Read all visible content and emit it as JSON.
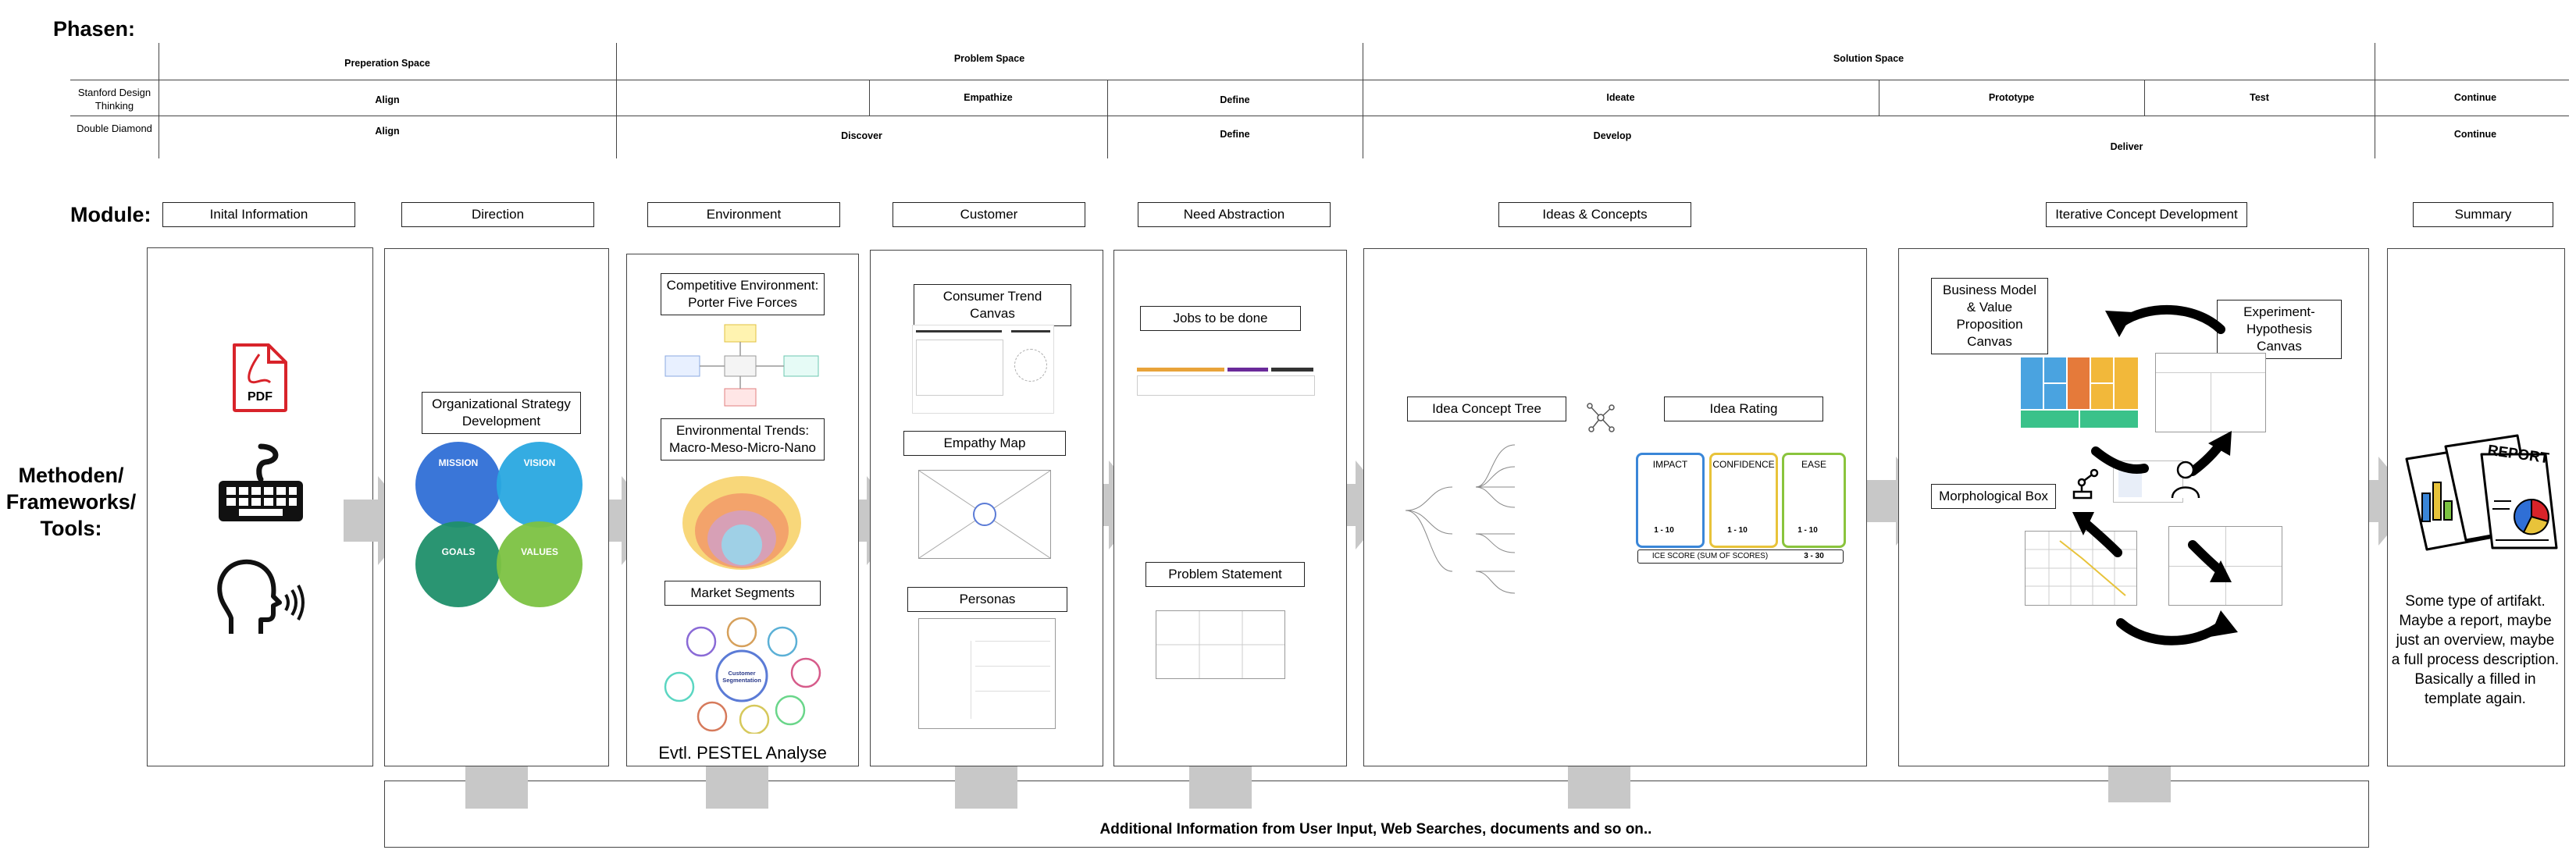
{
  "phases": {
    "title": "Phasen:",
    "spaces": [
      "Preperation Space",
      "Problem Space",
      "Solution Space"
    ],
    "stanford_label": "Stanford Design Thinking",
    "stanford": [
      "Align",
      "Empathize",
      "Define",
      "Ideate",
      "Prototype",
      "Test",
      "Continue"
    ],
    "diamond_label": "Double Diamond",
    "diamond": [
      "Align",
      "Discover",
      "Define",
      "Develop",
      "Deliver",
      "Continue"
    ]
  },
  "module_heading": "Module:",
  "modules": [
    "Inital Information",
    "Direction",
    "Environment",
    "Customer",
    "Need Abstraction",
    "Ideas & Concepts",
    "Iterative Concept Development",
    "Summary"
  ],
  "methods_heading": "Methoden/ Frameworks/ Tools:",
  "tools": {
    "inital": {
      "pdf": "PDF"
    },
    "direction": {
      "strategy": "Organizational Strategy Development",
      "mission": "MISSION",
      "vision": "VISION",
      "goals": "GOALS",
      "values": "VALUES"
    },
    "environment": {
      "porter": "Competitive Environment: Porter Five Forces",
      "trends": "Environmental Trends: Macro-Meso-Micro-Nano",
      "segments": "Market Segments",
      "center": "Customer Segmentation",
      "pestel": "Evtl. PESTEL Analyse"
    },
    "customer": {
      "trend_canvas": "Consumer Trend Canvas",
      "empathy": "Empathy Map",
      "personas": "Personas"
    },
    "need": {
      "jtbd": "Jobs to be done",
      "problem": "Problem Statement"
    },
    "ideas": {
      "tree": "Idea Concept Tree",
      "rating": "Idea Rating",
      "impact": "IMPACT",
      "confidence": "CONFIDENCE",
      "ease": "EASE",
      "ice_score": "ICE SCORE (SUM OF SCORES)",
      "range": "3 - 30",
      "scale": [
        "1 - 10",
        "1 - 10",
        "1 - 10"
      ]
    },
    "iterative": {
      "bmc": "Business Model & Value Proposition Canvas",
      "experiment": "Experiment-Hypothesis Canvas",
      "morph": "Morphological Box"
    },
    "summary": {
      "report": "REPORT",
      "text": "Some type of artifakt. Maybe a report, maybe just an overview, maybe a full process description. Basically a filled in template again."
    }
  },
  "footer": "Additional Information from User Input, Web Searches, documents and so on..",
  "colors": {
    "arrow_gray": "#c8c8c8",
    "mission": "#2f6fd6",
    "vision": "#29a8e0",
    "goals": "#1f8f6a",
    "values": "#7cc242",
    "pdf_red": "#d8232a",
    "impact": "#3a86d8",
    "confidence": "#e8c33a",
    "ease": "#8ac43d"
  }
}
